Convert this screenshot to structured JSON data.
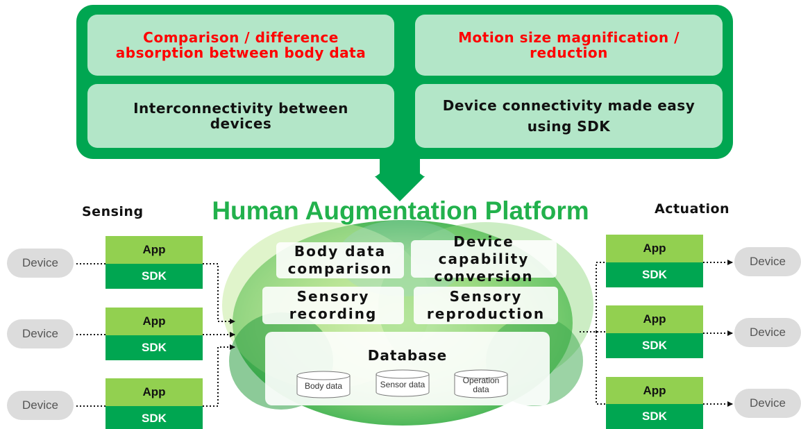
{
  "features": [
    {
      "text": "Comparison / difference absorption between body data",
      "line1": "Comparison / difference",
      "line2": "absorption between body data",
      "color": "#ff0000"
    },
    {
      "text": "Motion size magnification / reduction",
      "line1": "Motion size magnification /",
      "line2": "reduction",
      "color": "#ff0000"
    },
    {
      "text": "Interconnectivity between devices",
      "line1": "Interconnectivity between",
      "line2": "devices",
      "color": "#111111"
    },
    {
      "text": "Device connectivity made easy using SDK",
      "line1": "Device connectivity made easy",
      "line2": "using SDK",
      "color": "#111111"
    }
  ],
  "platform_title": "Human Augmentation Platform",
  "sensing_label": "Sensing",
  "actuation_label": "Actuation",
  "device_label": "Device",
  "app_label": "App",
  "sdk_label": "SDK",
  "platform_functions": {
    "body_data_comparison": {
      "line1": "Body data",
      "line2": "comparison"
    },
    "device_capability_conversion": {
      "line1": "Device capability",
      "line2": "conversion"
    },
    "sensory_recording": {
      "line1": "Sensory",
      "line2": "recording"
    },
    "sensory_reproduction": {
      "line1": "Sensory",
      "line2": "reproduction"
    }
  },
  "database": {
    "title": "Database",
    "stores": [
      {
        "line1": "Body data",
        "line2": ""
      },
      {
        "line1": "Sensor data",
        "line2": ""
      },
      {
        "line1": "Operation",
        "line2": "data"
      }
    ]
  },
  "colors": {
    "primary_green": "#00a651",
    "feature_box": "#b3e6c8",
    "app_green": "#92d050",
    "title_green": "#22b14c",
    "highlight_red": "#ff0000",
    "device_gray": "#dcdcdc"
  }
}
